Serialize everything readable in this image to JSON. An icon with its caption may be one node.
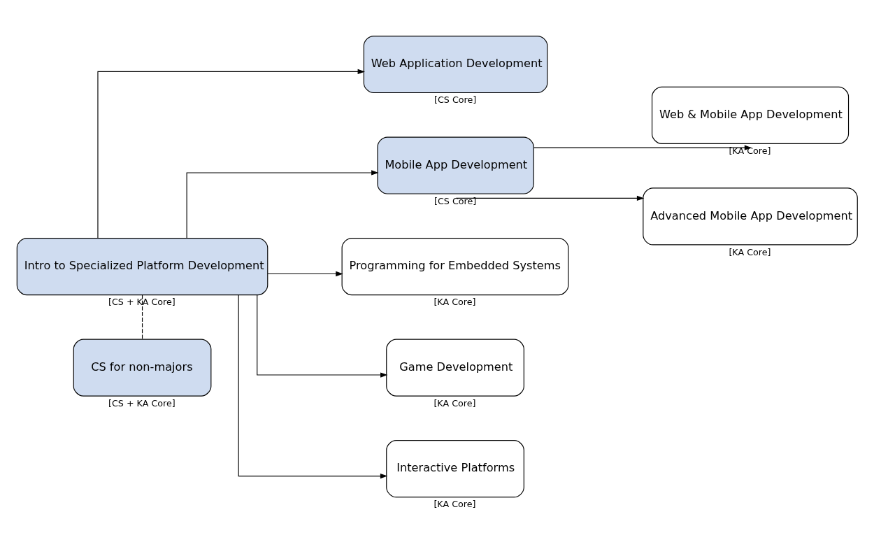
{
  "diagram": {
    "nodes": [
      {
        "text": [
          "Intro to Specialized Platform Development"
        ],
        "beside": [
          "[CS + KA Core]"
        ]
      },
      {
        "text": [
          "CS for non-majors"
        ],
        "beside": [
          "[CS + KA Core]"
        ]
      },
      {
        "text": [
          "Web Application Development"
        ],
        "beside": [
          "[CS Core]"
        ]
      },
      {
        "text": [
          "Mobile App Development"
        ],
        "beside": [
          "[CS Core]"
        ]
      },
      {
        "text": [
          "Programming for Embedded Systems"
        ],
        "beside": [
          "[KA Core]"
        ]
      },
      {
        "text": [
          "Game Development"
        ],
        "beside": [
          "[KA Core]"
        ]
      },
      {
        "text": [
          "Interactive Platforms"
        ],
        "beside": [
          "[KA Core]"
        ]
      },
      {
        "text": [
          "Web & Mobile App Development"
        ],
        "beside": [
          "[KA Core]"
        ]
      },
      {
        "text": [
          "Advanced Mobile App Development"
        ],
        "beside": [
          "[KA Core]"
        ]
      }
    ],
    "edges": [
      {
        "from": 0,
        "to": 2,
        "arrow": "to"
      },
      {
        "from": 0,
        "to": 3,
        "arrow": "to"
      },
      {
        "from": 0,
        "to": 4,
        "arrow": "to"
      },
      {
        "from": 0,
        "to": 5,
        "arrow": "to"
      },
      {
        "from": 0,
        "to": 6,
        "arrow": "to"
      },
      {
        "from": 0,
        "to": 1,
        "arrow": "none",
        "style": "dashed"
      },
      {
        "from": 3,
        "to": 7,
        "arrow": "to"
      },
      {
        "from": 3,
        "to": 8,
        "arrow": "to"
      }
    ]
  }
}
